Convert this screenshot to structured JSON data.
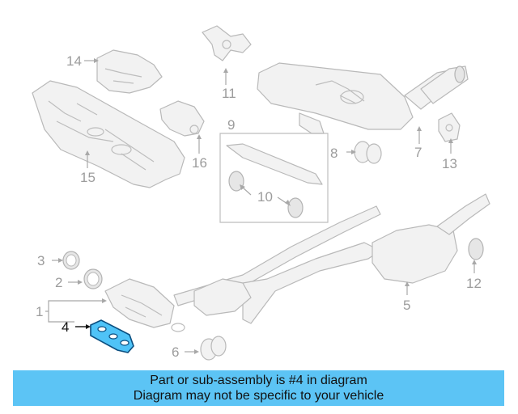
{
  "callouts": {
    "c1": "1",
    "c2": "2",
    "c3": "3",
    "c4": "4",
    "c5": "5",
    "c6": "6",
    "c7": "7",
    "c8": "8",
    "c9": "9",
    "c10": "10",
    "c11": "11",
    "c12": "12",
    "c13": "13",
    "c14": "14",
    "c15": "15",
    "c16": "16"
  },
  "highlighted_part": "4",
  "highlight_color": "#4fc3f7",
  "notice": {
    "line1": "Part or sub-assembly is #4 in diagram",
    "line2": "Diagram may not be specific to your vehicle",
    "background": "#5cc4f5"
  }
}
